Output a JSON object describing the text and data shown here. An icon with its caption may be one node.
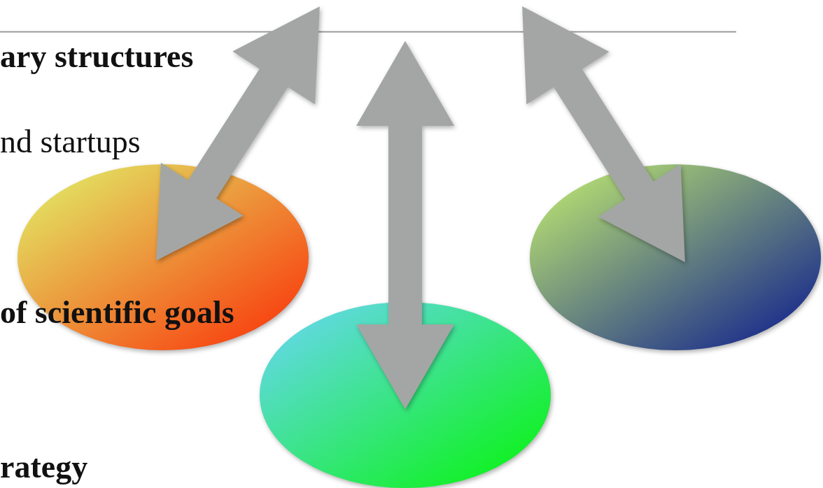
{
  "diagram": {
    "nodes": [
      {
        "text": [],
        "shape": "ellipse"
      },
      {
        "text": [],
        "shape": "ellipse"
      },
      {
        "text": [],
        "shape": "ellipse"
      }
    ],
    "edges": [
      {
        "from": null,
        "to": 0,
        "arrow": "both"
      },
      {
        "from": null,
        "to": 1,
        "arrow": "both"
      },
      {
        "from": null,
        "to": 2,
        "arrow": "both"
      }
    ],
    "labels": [
      "ary structures",
      "nd startups",
      "of scientific goals",
      "rategy"
    ]
  }
}
